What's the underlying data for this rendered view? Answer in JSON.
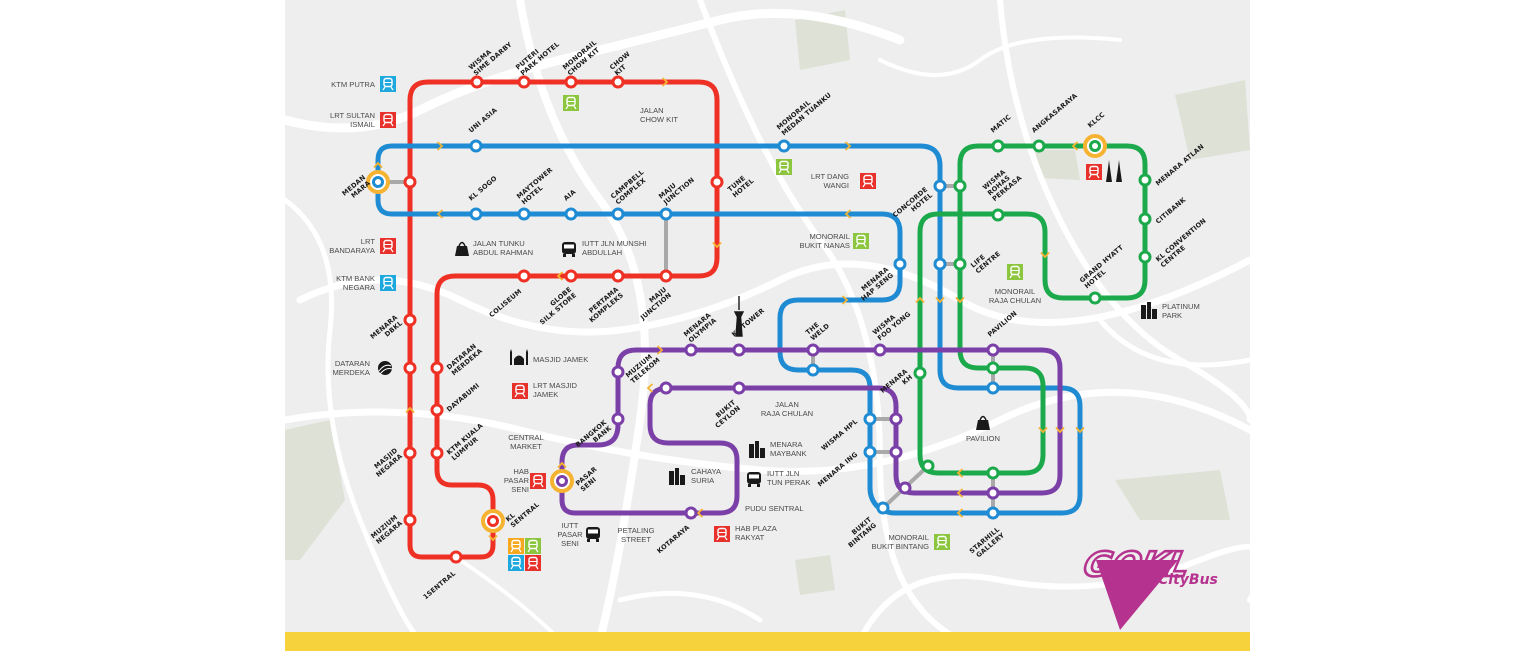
{
  "logo": {
    "main": "GOKL",
    "sub": "CityBus"
  },
  "colors": {
    "red": "#ee3124",
    "blue": "#1f8bd2",
    "green": "#1ba94c",
    "purple": "#7b3fa8",
    "interchange": "#f6b332",
    "connector": "#a9a9a9",
    "lrt": "#e8312a",
    "ktm": "#1fa8de",
    "monorail": "#8cc63f",
    "erl": "#f6a91e",
    "logo": "#b5338f",
    "bottom_bar": "#f6d33c",
    "map_bg": "#eeeeee"
  },
  "stations": [
    {
      "route": "red",
      "label": [
        "WISMA",
        "SIME DARBY"
      ]
    },
    {
      "route": "red",
      "label": [
        "PUTERI",
        "PARK HOTEL"
      ]
    },
    {
      "route": "red",
      "label": [
        "MONORAIL",
        "CHOW KIT"
      ]
    },
    {
      "route": "red",
      "label": [
        "CHOW",
        "KIT"
      ]
    },
    {
      "route": "red",
      "label": [
        "TUNE",
        "HOTEL"
      ]
    },
    {
      "route": "red",
      "label": []
    },
    {
      "route": "red",
      "label": [
        "MENARA",
        "DBKL"
      ]
    },
    {
      "route": "red",
      "label": []
    },
    {
      "route": "red",
      "label": [
        "MASJID",
        "NEGARA"
      ]
    },
    {
      "route": "red",
      "label": [
        "MUZIUM",
        "NEGARA"
      ]
    },
    {
      "route": "red",
      "label": [
        "1SENTRAL"
      ]
    },
    {
      "route": "red",
      "label": [
        "KL",
        "SENTRAL"
      ]
    },
    {
      "route": "red",
      "label": [
        "DATARAN",
        "MERDEKA"
      ]
    },
    {
      "route": "red",
      "label": [
        "DAYABUMI"
      ]
    },
    {
      "route": "red",
      "label": [
        "KTM KUALA",
        "LUMPUR"
      ]
    },
    {
      "route": "red",
      "label": [
        "COLISEUM"
      ]
    },
    {
      "route": "red",
      "label": [
        "GLOBE",
        "SILK STORE"
      ]
    },
    {
      "route": "red",
      "label": [
        "PERTAMA",
        "KOMPLEKS"
      ]
    },
    {
      "route": "red",
      "label": [
        "MAJU",
        "JUNCTION"
      ]
    },
    {
      "route": "blue",
      "label": [
        "MEDAN",
        "MARA"
      ]
    },
    {
      "route": "blue",
      "label": [
        "UNI ASIA"
      ]
    },
    {
      "route": "blue",
      "label": [
        "MONORAIL",
        "MEDAN TUANKU"
      ]
    },
    {
      "route": "blue",
      "label": [
        "CONCORDE",
        "HOTEL"
      ]
    },
    {
      "route": "blue",
      "label": []
    },
    {
      "route": "blue",
      "label": [
        "KL SOGO"
      ]
    },
    {
      "route": "blue",
      "label": [
        "MAYTOWER",
        "HOTEL"
      ]
    },
    {
      "route": "blue",
      "label": [
        "AIA"
      ]
    },
    {
      "route": "blue",
      "label": [
        "CAMPBELL",
        "COMPLEX"
      ]
    },
    {
      "route": "blue",
      "label": [
        "MAJU",
        "JUNCTION"
      ]
    },
    {
      "route": "blue",
      "label": [
        "MENARA",
        "HAP SENG"
      ]
    },
    {
      "route": "blue",
      "label": []
    },
    {
      "route": "blue",
      "label": [
        "WISMA HPL"
      ]
    },
    {
      "route": "blue",
      "label": [
        "MENARA ING"
      ]
    },
    {
      "route": "blue",
      "label": [
        "BUKIT",
        "BINTANG"
      ]
    },
    {
      "route": "blue",
      "label": [
        "STARHILL",
        "GALLERY"
      ]
    },
    {
      "route": "blue",
      "label": []
    },
    {
      "route": "green",
      "label": [
        "MATIC"
      ]
    },
    {
      "route": "green",
      "label": [
        "ANGKASARAYA"
      ]
    },
    {
      "route": "green",
      "label": [
        "KLCC"
      ]
    },
    {
      "route": "green",
      "label": [
        "MENARA ATLAN"
      ]
    },
    {
      "route": "green",
      "label": [
        "CITIBANK"
      ]
    },
    {
      "route": "green",
      "label": [
        "KL CONVENTION",
        "CENTRE"
      ]
    },
    {
      "route": "green",
      "label": [
        "GRAND HYATT",
        "HOTEL"
      ]
    },
    {
      "route": "green",
      "label": [
        "WISMA",
        "ROHAS",
        "PERKASA"
      ]
    },
    {
      "route": "green",
      "label": []
    },
    {
      "route": "green",
      "label": [
        "LIFE",
        "CENTRE"
      ]
    },
    {
      "route": "green",
      "label": [
        "MENARA",
        "KH"
      ]
    },
    {
      "route": "green",
      "label": []
    },
    {
      "route": "green",
      "label": []
    },
    {
      "route": "green",
      "label": []
    },
    {
      "route": "purple",
      "label": [
        "MENARA",
        "OLYMPIA"
      ]
    },
    {
      "route": "purple",
      "label": [
        "KL TOWER"
      ]
    },
    {
      "route": "purple",
      "label": [
        "THE",
        "WELD"
      ]
    },
    {
      "route": "purple",
      "label": [
        "WISMA",
        "FOO YONG"
      ]
    },
    {
      "route": "purple",
      "label": [
        "PAVILION"
      ]
    },
    {
      "route": "purple",
      "label": [
        "MUZIUM",
        "TELEKOM"
      ]
    },
    {
      "route": "purple",
      "label": [
        "BANGKOK",
        "BANK"
      ]
    },
    {
      "route": "purple",
      "label": [
        "PASAR",
        "SENI"
      ]
    },
    {
      "route": "purple",
      "label": [
        "KOTARAYA"
      ]
    },
    {
      "route": "purple",
      "label": [
        "BUKIT",
        "CEYLON"
      ]
    },
    {
      "route": "purple",
      "label": []
    },
    {
      "route": "purple",
      "label": []
    },
    {
      "route": "purple",
      "label": []
    },
    {
      "route": "purple",
      "label": []
    },
    {
      "route": "purple",
      "label": []
    }
  ],
  "landmarks": [
    {
      "icon": "ktm-icon",
      "label": [
        "KTM PUTRA"
      ]
    },
    {
      "icon": "lrt-icon",
      "label": [
        "LRT SULTAN",
        "ISMAIL"
      ]
    },
    {
      "icon": "lrt-icon",
      "label": [
        "LRT",
        "BANDARAYA"
      ]
    },
    {
      "icon": "ktm-icon",
      "label": [
        "KTM BANK",
        "NEGARA"
      ]
    },
    {
      "icon": "dataran-icon",
      "label": [
        "DATARAN",
        "MERDEKA"
      ]
    },
    {
      "icon": "",
      "label": [
        "JALAN",
        "CHOW KIT"
      ]
    },
    {
      "icon": "shopping-bag-icon",
      "label": [
        "JALAN TUNKU",
        "ABDUL RAHMAN"
      ]
    },
    {
      "icon": "bus-icon",
      "label": [
        "IUTT JLN MUNSHI",
        "ABDULLAH"
      ]
    },
    {
      "icon": "lrt-icon",
      "label": [
        "LRT DANG",
        "WANGI"
      ]
    },
    {
      "icon": "monorail-icon",
      "label": [
        "MONORAIL",
        "BUKIT NANAS"
      ]
    },
    {
      "icon": "monorail-icon",
      "label": [
        "MONORAIL",
        "RAJA CHULAN"
      ]
    },
    {
      "icon": "building-icon",
      "label": [
        "PLATINUM",
        "PARK"
      ]
    },
    {
      "icon": "mosque-icon",
      "label": [
        "MASJID JAMEK"
      ]
    },
    {
      "icon": "lrt-icon",
      "label": [
        "LRT MASJID",
        "JAMEK"
      ]
    },
    {
      "icon": "",
      "label": [
        "CENTRAL",
        "MARKET"
      ]
    },
    {
      "icon": "lrt-icon",
      "label": [
        "HAB",
        "PASAR",
        "SENI"
      ]
    },
    {
      "icon": "bus-icon",
      "label": [
        "IUTT",
        "PASAR",
        "SENI"
      ]
    },
    {
      "icon": "",
      "label": [
        "PETALING",
        "STREET"
      ]
    },
    {
      "icon": "building-icon",
      "label": [
        "CAHAYA",
        "SURIA"
      ]
    },
    {
      "icon": "",
      "label": [
        "JALAN",
        "RAJA CHULAN"
      ]
    },
    {
      "icon": "building-icon",
      "label": [
        "MENARA",
        "MAYBANK"
      ]
    },
    {
      "icon": "bus-icon",
      "label": [
        "IUTT JLN",
        "TUN PERAK"
      ]
    },
    {
      "icon": "",
      "label": [
        "PUDU SENTRAL"
      ]
    },
    {
      "icon": "lrt-icon",
      "label": [
        "HAB PLAZA",
        "RAKYAT"
      ]
    },
    {
      "icon": "shopping-bag-icon",
      "label": [
        "PAVILION"
      ]
    },
    {
      "icon": "monorail-icon",
      "label": [
        "MONORAIL",
        "BUKIT BINTANG"
      ]
    }
  ]
}
